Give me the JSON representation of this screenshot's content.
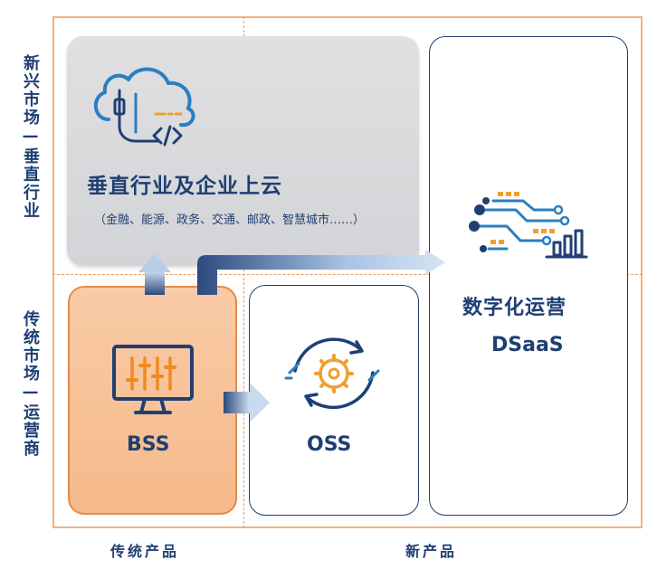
{
  "axes": {
    "y_top": "新兴市场—垂直行业",
    "y_bottom": "传统市场—运营商",
    "x_left": "传统产品",
    "x_right": "新产品"
  },
  "quadrants": {
    "cloud": {
      "title": "垂直行业及企业上云",
      "subtitle": "（金融、能源、政务、交通、邮政、智慧城市……）",
      "icon": "cloud-code-icon"
    },
    "bss": {
      "label": "BSS",
      "icon": "monitor-sliders-icon"
    },
    "oss": {
      "label": "OSS",
      "icon": "gear-refresh-icon"
    },
    "dsaas": {
      "title": "数字化运营",
      "subtitle": "DSaaS",
      "icon": "data-circuit-chart-icon"
    }
  },
  "colors": {
    "navy": "#1f3f73",
    "orange": "#f29a55",
    "bss_fill": "#f7c29b",
    "cloud_fill": "#d8d9dc",
    "icon_blue": "#2a7fc1",
    "icon_orange": "#f0a030"
  }
}
